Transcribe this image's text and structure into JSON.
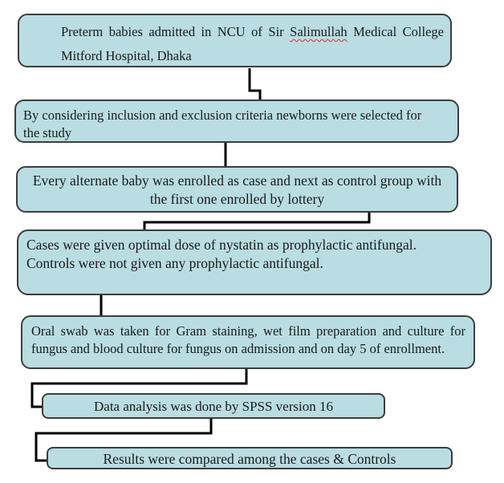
{
  "style": {
    "box_fill": "#b9dde2",
    "box_border": "#3d3d3d",
    "connector_color": "#000000",
    "squiggle_color": "#e03020"
  },
  "boxes": {
    "box1": {
      "line1_pre": "Preterm babies admitted in NCU of Sir",
      "line1_misspelled": "Salimullah",
      "line1_post": "Medical College",
      "line2": "Mitford Hospital, Dhaka"
    },
    "box2": {
      "line1": "By considering inclusion and exclusion criteria newborns were selected for",
      "line2": "the study"
    },
    "box3": {
      "line1": "Every alternate baby was enrolled as case and next as control group with",
      "line2": "the first one enrolled by lottery"
    },
    "box4": {
      "line1": "Cases were given optimal dose of nystatin as prophylactic antifungal.",
      "line2": "Controls were not given any prophylactic antifungal."
    },
    "box5": {
      "line1": "Oral swab was taken for Gram staining, wet film preparation and culture for",
      "line2": "fungus and blood culture for fungus on admission and on day 5 of enrollment."
    },
    "box6": {
      "line1": "Data analysis was done by SPSS version 16"
    },
    "box7": {
      "line1": "Results were compared among the cases & Controls"
    }
  }
}
